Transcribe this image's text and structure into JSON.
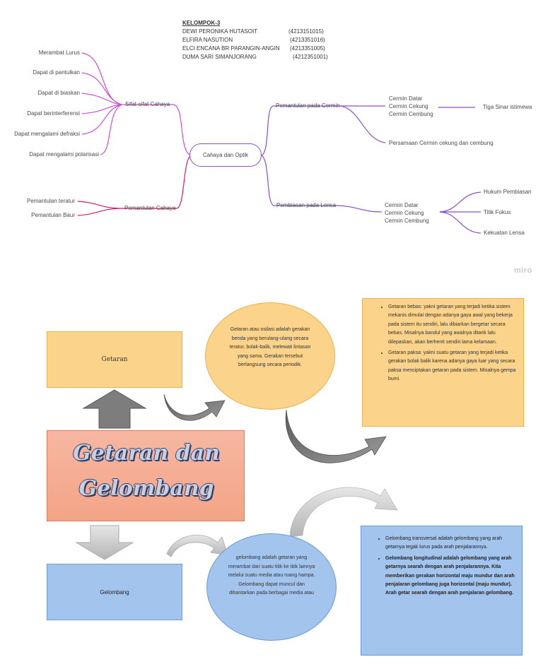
{
  "header": {
    "title": "KELOMPOK-3",
    "members": [
      {
        "name": "DEWI PERONIKA HUTASOIT",
        "nim": "(4213151015)"
      },
      {
        "name": "ELFIRA NASUTION",
        "nim": "(4213351016)"
      },
      {
        "name": "ELCI ENCANA BR PARANGIN-ANGIN",
        "nim": "(4213351005)"
      },
      {
        "name": "DUMA SARI SIMANJORANG",
        "nim": "(4212351001)"
      }
    ]
  },
  "mindmap": {
    "center": "Cahaya dan Optik",
    "sifat": {
      "label": "Sifat-sifat Cahaya",
      "items": [
        "Merambat Lurus",
        "Dapat di pantulkan",
        "Dapat di biaskan",
        "Dapat berinterferensi",
        "Dapat mengalami defraksi",
        "Dapat mengalami polarisasi"
      ]
    },
    "pemantulan_cahaya": {
      "label": "Pemantulan Cahaya",
      "items": [
        "Pemantulan teratur",
        "Pemantulan Baur"
      ]
    },
    "pemantulan_cermin": {
      "label": "Pemantulan pada Cermin",
      "cermin": [
        "Cermin Datar",
        "Cermin Cekung",
        "Cermin Cembung"
      ],
      "tiga_sinar": "Tiga Sinar istimewa",
      "persamaan": "Persamaan Cermin cekung dan cembung"
    },
    "pembiasan_lensa": {
      "label": "Pembiasan pada Lensa",
      "cermin": [
        "Cermin Datar",
        "Cermin Cekung",
        "Cermin Cembung"
      ],
      "items": [
        "Hukum Pembiasan",
        "Titik Fokus",
        "Kekuatan Lensa"
      ]
    },
    "watermark": "miro"
  },
  "poster": {
    "title_line1": "Getaran dan",
    "title_line2": "Gelombang",
    "getaran_label": "Getaran",
    "gelombang_label": "Gelombang",
    "getaran_oval": "Getaran atau osilasi adalah gerakan benda yang berulang-ulang secara teratur, bolak-balik, melewati lintasan yang sama. Gerakan tersebut berlangsung secara periodik.",
    "gelombang_oval": "gelombang adalah getaran yang merambat dari suatu titik ke titik lainnya melalui suatu media atau ruang hampa. Gelombang dapat muncul dan dihantarkan pada berbagai media atau",
    "getaran_points": [
      "Getaran bebas: yakni getaran yang terjadi ketika sistem mekanis dimulai dengan adanya gaya awal yang bekerja pada sistem itu sendiri, lalu dibiarkan bergetar secara bebas. Misalnya bandul yang awalnya ditarik lalu dilepaskan, akan berhenti sendiri lama kelamaan.",
      "Getaran paksa: yakni suatu getaran yang terjadi ketika gerakan bolak balik karena adanya gaya luar yang secara paksa menciptakan getaran pada sistem. Misalnya gempa bumi."
    ],
    "gelombang_points": [
      "Gelombang transversal adalah gelombang yang arah getarnya tegak lurus pada arah penjalarannya.",
      "Gelombang longitudinal adalah gelombang yang arah getarnya searah dengan arah penjalarannya. Kita memberikan gerakan horizontal maju mundur dan arah penjalaran gelombang juga horizontal (maju mundur). Arah getar searah dengan arah penjalaran gelombang."
    ]
  },
  "colors": {
    "sifat_branch": "#d14fd6",
    "pemantulan_branch": "#d81b6a",
    "right_branch": "#8a4fd1",
    "orange_fill": "#fbd38a",
    "blue_fill": "#a3c4ec",
    "salmon_fill": "#f3a486"
  }
}
